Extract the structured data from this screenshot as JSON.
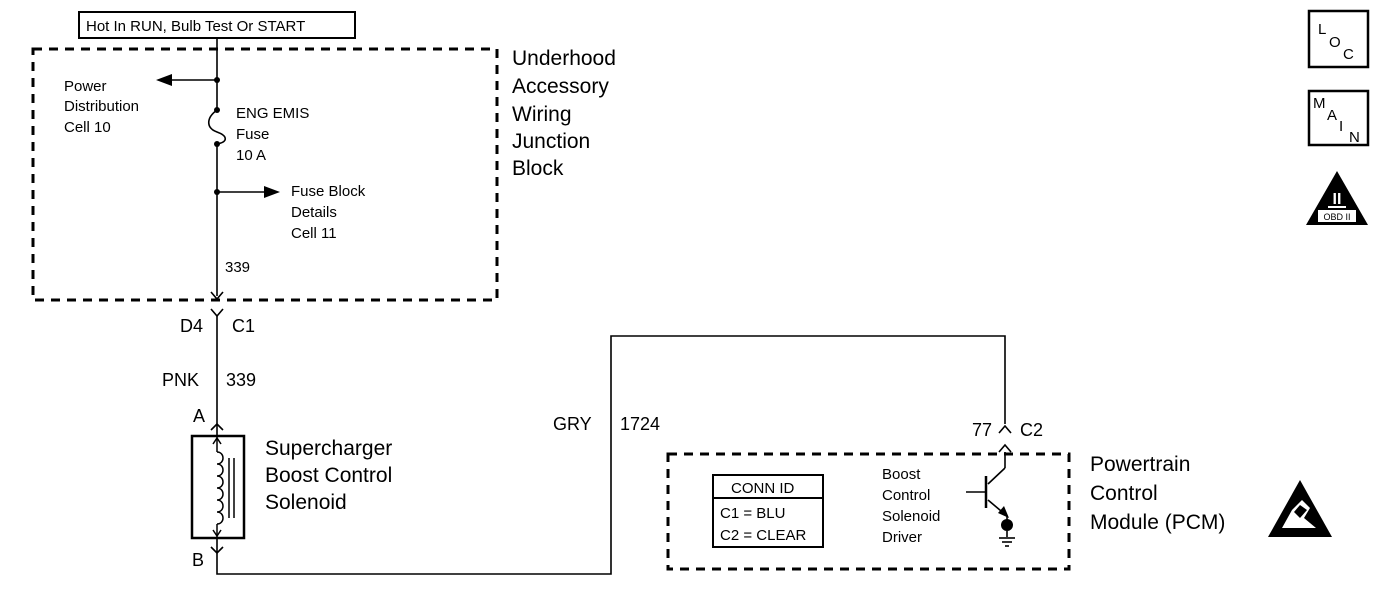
{
  "power_label": "Hot In RUN, Bulb Test Or START",
  "junction_block": {
    "title_lines": [
      "Underhood",
      "Accessory",
      "Wiring",
      "Junction",
      "Block"
    ],
    "power_distribution": [
      "Power",
      "Distribution",
      "Cell 10"
    ],
    "fuse": [
      "ENG EMIS",
      "Fuse",
      "10 A"
    ],
    "fuse_block_details": [
      "Fuse Block",
      "Details",
      "Cell 11"
    ],
    "circuit": "339"
  },
  "connector_c1": {
    "pin": "D4",
    "connector": "C1"
  },
  "wire_pnk": {
    "color": "PNK",
    "circuit": "339"
  },
  "solenoid": {
    "pin_a": "A",
    "pin_b": "B",
    "label_lines": [
      "Supercharger",
      "Boost Control",
      "Solenoid"
    ]
  },
  "wire_gry": {
    "color": "GRY",
    "circuit": "1724"
  },
  "connector_c2": {
    "pin": "77",
    "connector": "C2"
  },
  "pcm": {
    "label_lines": [
      "Powertrain",
      "Control",
      "Module (PCM)"
    ],
    "driver_lines": [
      "Boost",
      "Control",
      "Solenoid",
      "Driver"
    ],
    "conn_id": {
      "header": "CONN ID",
      "rows": [
        "C1 = BLU",
        "C2 = CLEAR"
      ]
    }
  },
  "icons": {
    "loc": [
      "L",
      "O",
      "C"
    ],
    "main": [
      "M",
      "A",
      "I",
      "N"
    ],
    "obd": {
      "numeral": "II",
      "label": "OBD II"
    }
  }
}
